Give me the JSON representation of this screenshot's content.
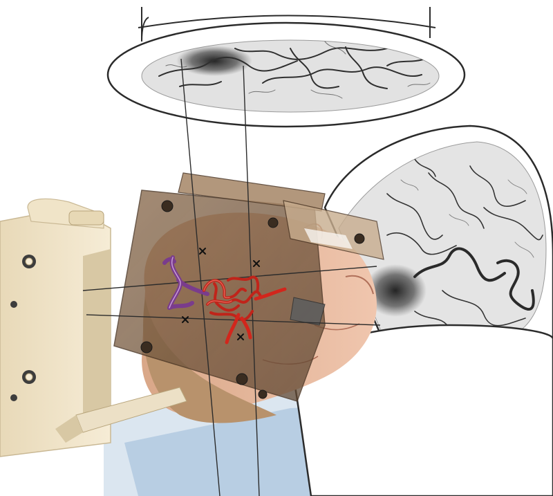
{
  "image": {
    "alt": "",
    "colors": {
      "background": "#ffffff",
      "outline": "#2b2b2b",
      "detector_fill": "#e2e2e2",
      "angio_vessel": "#2a2a2a",
      "stereotactic_frame": "#7a5e44",
      "frame_edge": "#b59a7a",
      "skin": "#e6b49a",
      "hair": "#b8926c",
      "machine": "#efe2c6",
      "machine_shadow": "#c9b894",
      "artery_red": "#d2261c",
      "vein_purple": "#7a3c8c",
      "table_blue": "#a9c3dd"
    },
    "icons": [
      "x-ray-detector-overhead",
      "x-ray-detector-lateral",
      "stereotactic-head-frame",
      "patient-head",
      "x-ray-tube",
      "arteriovenous-malformation",
      "fiducial-marker",
      "projection-line"
    ]
  }
}
